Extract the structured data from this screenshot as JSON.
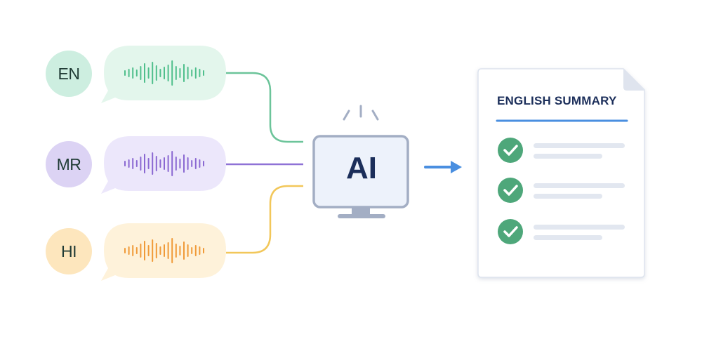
{
  "languages": [
    {
      "code": "EN",
      "circle_color": "#cdeee0",
      "bubble_color": "#e3f6ec",
      "wave_color": "#4fbf8c",
      "line_color": "#6cc49a"
    },
    {
      "code": "MR",
      "circle_color": "#dcd3f4",
      "bubble_color": "#ece7fb",
      "wave_color": "#8a68d2",
      "line_color": "#8f72d6"
    },
    {
      "code": "HI",
      "circle_color": "#fde6bd",
      "bubble_color": "#fef2da",
      "wave_color": "#f09a38",
      "line_color": "#f2c75a"
    }
  ],
  "ai_device": {
    "label": "AI",
    "screen_color": "#edf2fb",
    "frame_color": "#a3aec4"
  },
  "arrow_color": "#4a8fe0",
  "document": {
    "title": "ENGLISH SUMMARY",
    "rule_color": "#4a8fe0",
    "check_color": "#4ea77a",
    "items": [
      {
        "checked": true
      },
      {
        "checked": true
      },
      {
        "checked": true
      }
    ]
  }
}
